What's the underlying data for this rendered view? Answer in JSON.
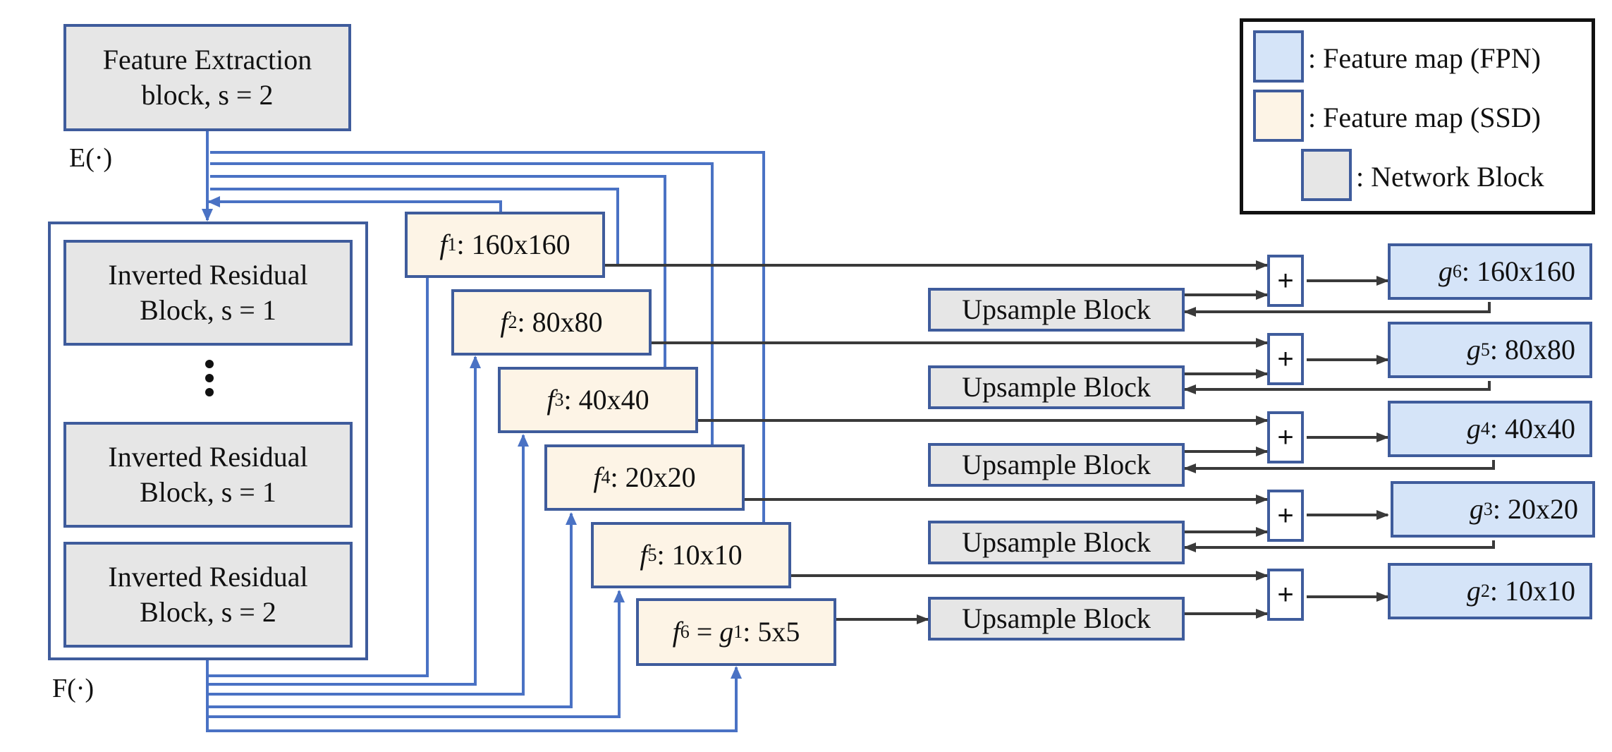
{
  "feature_extraction": {
    "line1": "Feature Extraction",
    "line2": "block, s = 2"
  },
  "labels": {
    "E": "E(·)",
    "F": "F(·)"
  },
  "inverted_blocks": [
    {
      "line1": "Inverted Residual",
      "line2": "Block, s = 1"
    },
    {
      "line1": "Inverted Residual",
      "line2": "Block, s = 1"
    },
    {
      "line1": "Inverted Residual",
      "line2": "Block, s = 2"
    }
  ],
  "ssd_maps": [
    {
      "var": "f",
      "sub": "1",
      "size": ": 160x160"
    },
    {
      "var": "f",
      "sub": "2",
      "size": ": 80x80"
    },
    {
      "var": "f",
      "sub": "3",
      "size": ": 40x40"
    },
    {
      "var": "f",
      "sub": "4",
      "size": ": 20x20"
    },
    {
      "var": "f",
      "sub": "5",
      "size": ": 10x10"
    }
  ],
  "f6": {
    "var1": "f",
    "sub1": "6",
    "eq": " = ",
    "var2": "g",
    "sub2": "1",
    "size": ": 5x5"
  },
  "upsample_label": "Upsample Block",
  "plus_symbol": "+",
  "fpn_maps": [
    {
      "var": "g",
      "sub": "6",
      "size": ": 160x160"
    },
    {
      "var": "g",
      "sub": "5",
      "size": ": 80x80"
    },
    {
      "var": "g",
      "sub": "4",
      "size": ": 40x40"
    },
    {
      "var": "g",
      "sub": "3",
      "size": ": 20x20"
    },
    {
      "var": "g",
      "sub": "2",
      "size": ": 10x10"
    }
  ],
  "legend": {
    "fpn": ": Feature map (FPN)",
    "ssd": ": Feature map (SSD)",
    "block": ": Network Block"
  },
  "colors": {
    "border": "#3f5c9c",
    "blue_line": "#4a72c4",
    "dark_line": "#3a3a3a",
    "gray": "#e6e6e6",
    "cream": "#fdf4e6",
    "blue": "#d5e4f8"
  }
}
